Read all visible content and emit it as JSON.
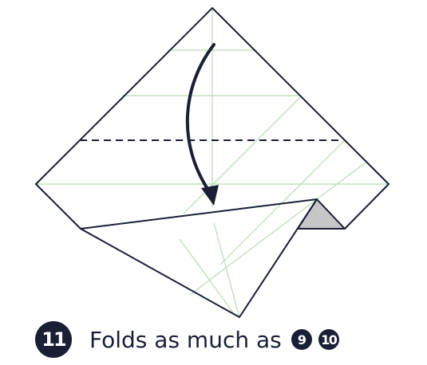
{
  "step": {
    "number": "11",
    "instruction": "Folds as much as",
    "references": [
      "9",
      "10"
    ]
  },
  "colors": {
    "outline": "#1a1f36",
    "crease": "#b9dcb0",
    "flap_fill": "#c6c6c6",
    "paper": "#ffffff"
  },
  "icons": [
    "fold-arrow-icon"
  ]
}
